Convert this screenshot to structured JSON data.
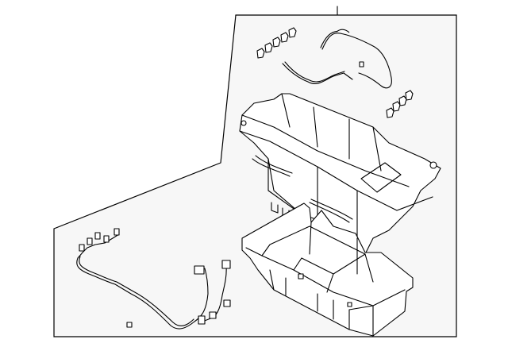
{
  "diagram": {
    "type": "exploded parts illustration",
    "colors": {
      "line": "#000000",
      "panel": "#f7f7f7",
      "background": "#ffffff"
    },
    "parts": [
      "clip-set-upper",
      "wiring-harness-upper",
      "battery-tray-frame",
      "clip-set-right",
      "battery-tray",
      "wiring-harness-lower"
    ]
  }
}
